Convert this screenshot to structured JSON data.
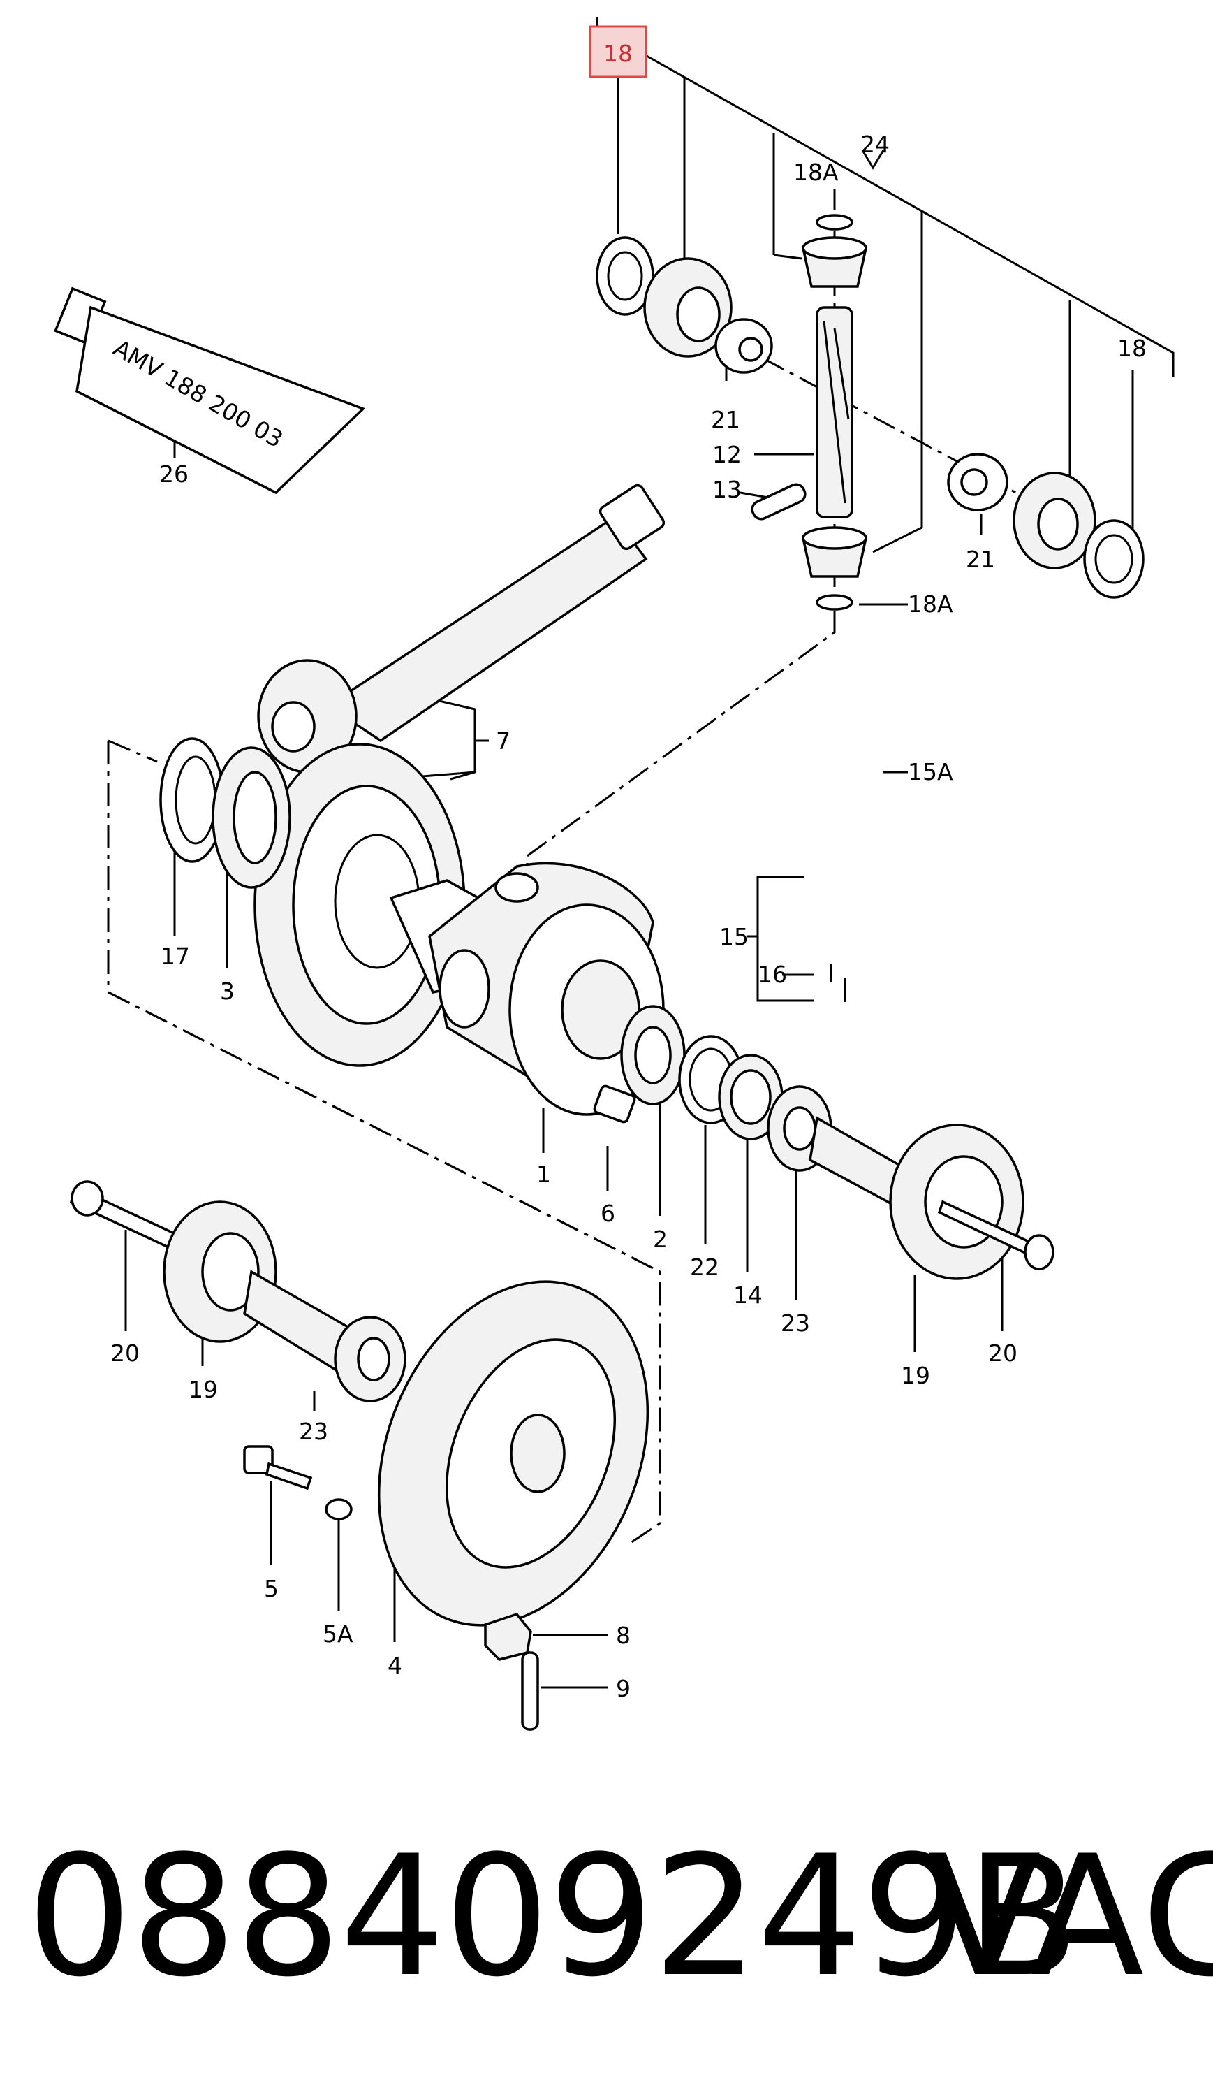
{
  "diagram": {
    "tube_text": "AMV 188 200 03",
    "callouts": {
      "c18_top": "18",
      "c24": "24",
      "c18a_top": "18A",
      "c18_right": "18",
      "c21_left": "21",
      "c12": "12",
      "c13": "13",
      "c21_right": "21",
      "c18a_mid": "18A",
      "c26": "26",
      "c7": "7",
      "c15a": "15A",
      "c15": "15",
      "c16": "16",
      "c17": "17",
      "c3": "3",
      "c1": "1",
      "c6": "6",
      "c2": "2",
      "c22": "22",
      "c14": "14",
      "c23_right": "23",
      "c19_right": "19",
      "c20_right": "20",
      "c20_left": "20",
      "c19_left": "19",
      "c23_left": "23",
      "c5": "5",
      "c5a": "5A",
      "c4": "4",
      "c8": "8",
      "c9": "9"
    },
    "highlight_color": "#e04848"
  },
  "footer": {
    "part_number": "088409249B",
    "brand": "VAG"
  }
}
